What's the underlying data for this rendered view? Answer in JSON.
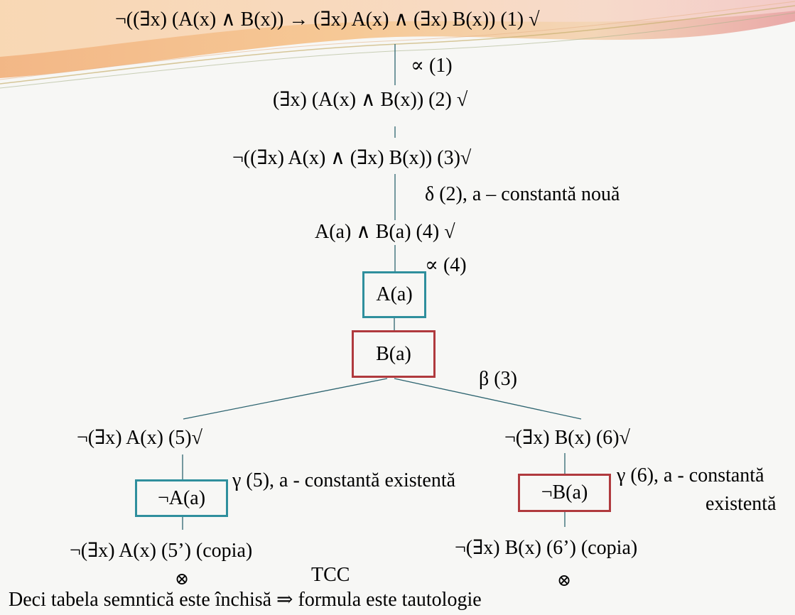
{
  "colors": {
    "line": "#2d6470",
    "teal_box": "#2f8f9d",
    "red_box": "#b03a3e",
    "banner_orange": "#f0a05a",
    "banner_pink": "#e89a9a"
  },
  "nodes": {
    "f1": "¬((∃x) (A(x) ∧ B(x)) → (∃x) A(x) ∧ (∃x) B(x)) (1) √",
    "f2": "(∃x) (A(x) ∧ B(x)) (2) √",
    "f3": "¬((∃x) A(x) ∧ (∃x) B(x)) (3)√",
    "f4": "A(a) ∧ B(a) (4) √",
    "box_aa": "A(a)",
    "box_ba": "B(a)",
    "f5": "¬(∃x) A(x) (5)√",
    "f6": "¬(∃x) B(x) (6)√",
    "box_nota": "¬A(a)",
    "box_notb": "¬B(a)",
    "f5c": "¬(∃x) A(x) (5’) (copia)",
    "f6c": "¬(∃x) B(x) (6’) (copia)"
  },
  "rules": {
    "alpha1": "∝ (1)",
    "delta2": "δ (2), a – constantă nouă",
    "alpha4": "∝ (4)",
    "beta3": "β (3)",
    "gamma5": "γ (5), a - constantă existentă",
    "gamma6_line1": "γ (6), a - constantă",
    "gamma6_line2": "existentă"
  },
  "closure": {
    "left": "⊗",
    "right": "⊗",
    "tcc": "TCC"
  },
  "conclusion": "Deci tabela semntică este închisă ⇒ formula este tautologie"
}
